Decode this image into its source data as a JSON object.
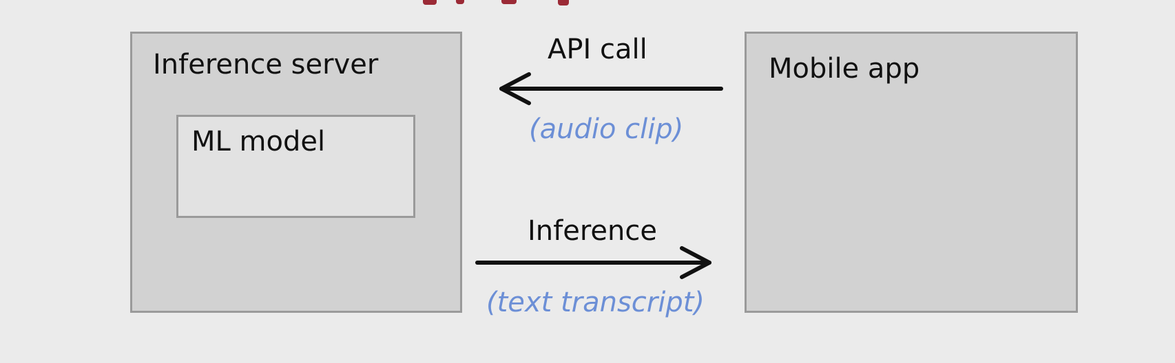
{
  "diagram": {
    "server": {
      "label": "Inference server",
      "model_label": "ML model"
    },
    "app": {
      "label": "Mobile app"
    },
    "request": {
      "label": "API call",
      "payload": "(audio clip)",
      "direction": "app-to-server"
    },
    "response": {
      "label": "Inference",
      "payload": "(text transcript)",
      "direction": "server-to-app"
    },
    "colors": {
      "background": "#ebebeb",
      "box_fill": "#d2d2d2",
      "inner_box_fill": "#e2e2e2",
      "box_border": "#9a9a9a",
      "label_text": "#111111",
      "payload_text": "#6c8fd6",
      "arrow": "#111111",
      "title_fragment": "#9b2a36"
    }
  }
}
